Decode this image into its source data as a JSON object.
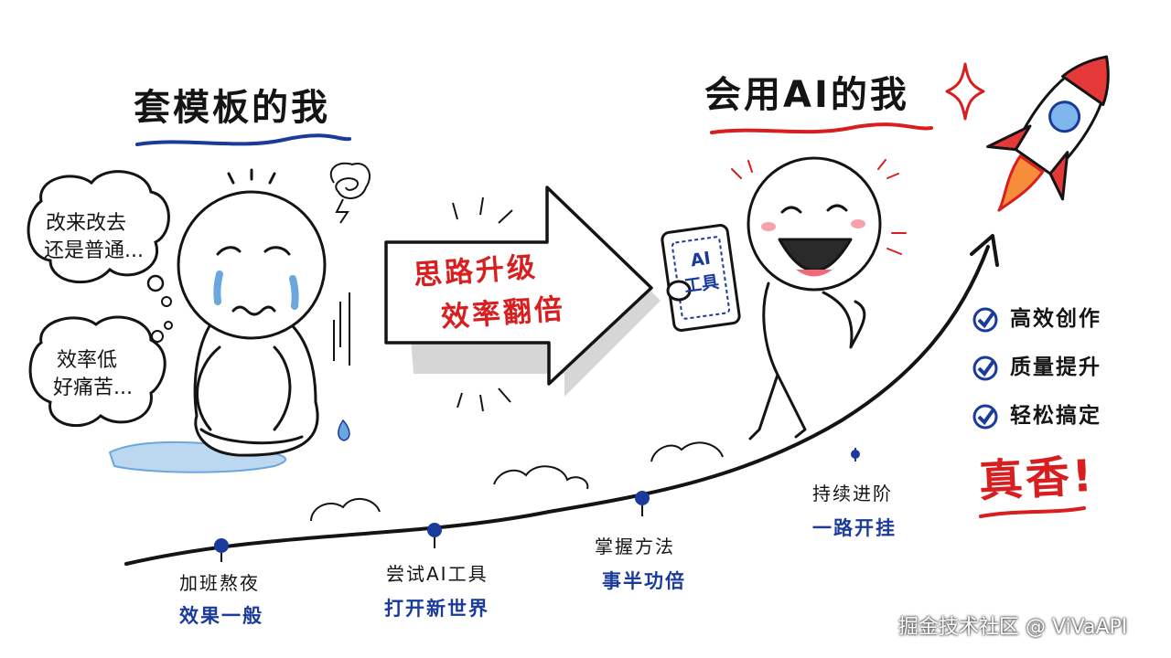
{
  "left_title": "套模板的我",
  "right_title": "会用AI的我",
  "bubble_top": {
    "line1": "改来改去",
    "line2": "还是普通..."
  },
  "bubble_bottom": {
    "line1": "效率低",
    "line2": "好痛苦..."
  },
  "arrow": {
    "line1": "思路升级",
    "line2": "效率翻倍"
  },
  "tablet": {
    "line1": "AI",
    "line2": "工具"
  },
  "milestones": [
    {
      "top": "加班熬夜",
      "bottom": "效果一般"
    },
    {
      "top": "尝试AI工具",
      "bottom": "打开新世界"
    },
    {
      "top": "掌握方法",
      "bottom": "事半功倍"
    },
    {
      "top": "持续进阶",
      "bottom": "一路开挂"
    }
  ],
  "checklist": [
    "高效创作",
    "质量提升",
    "轻松搞定"
  ],
  "exclaim": "真香!",
  "watermark": "掘金技术社区 @ ViVaAPI",
  "colors": {
    "ink": "#141414",
    "red": "#d81e1e",
    "blue": "#1a3a9c",
    "tear": "#6aa7de"
  },
  "icons": [
    "sad-stickman-icon",
    "happy-stickman-icon",
    "rocket-icon",
    "sparkle-icon",
    "stress-scribble-icon",
    "tablet-icon",
    "check-icon",
    "growth-curve-arrow-icon"
  ]
}
